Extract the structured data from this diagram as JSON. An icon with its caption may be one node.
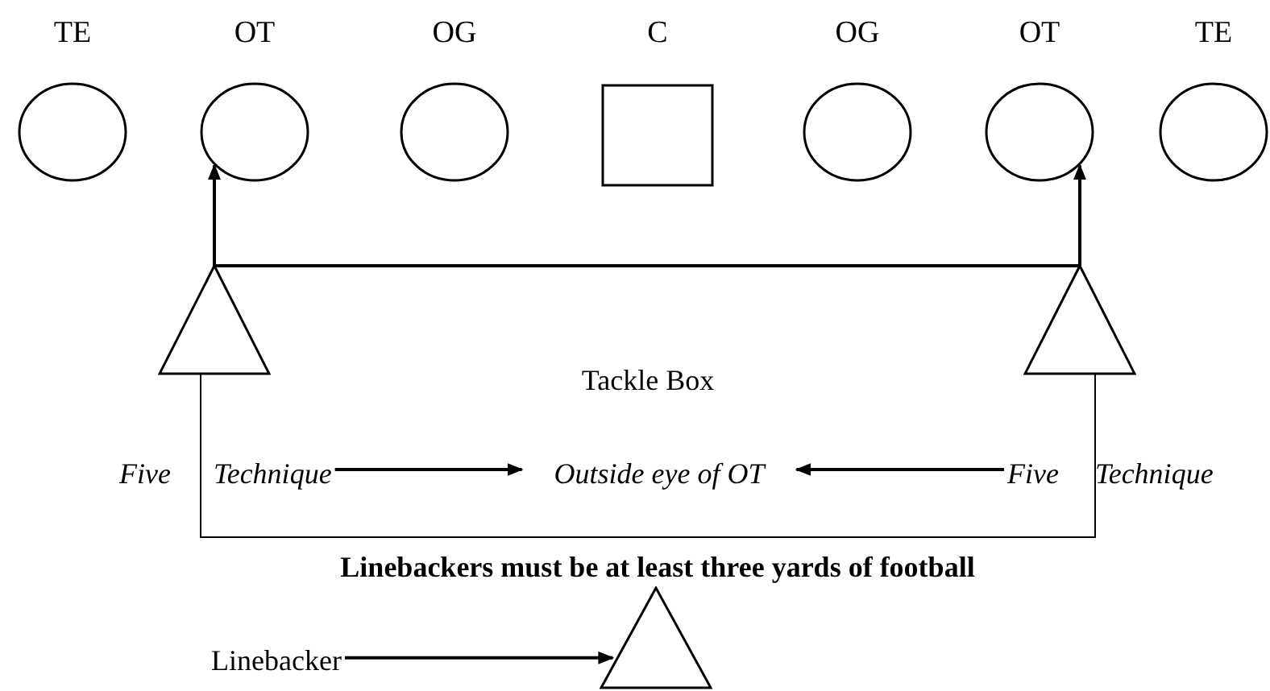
{
  "diagram": {
    "nodes": [
      {
        "text": [
          "TE"
        ]
      },
      {
        "text": [
          "OT"
        ]
      },
      {
        "text": [
          "OG"
        ]
      },
      {
        "text": [
          "C"
        ]
      },
      {
        "text": [
          "OG"
        ]
      },
      {
        "text": [
          "OT"
        ]
      },
      {
        "text": [
          "TE"
        ]
      },
      {
        "text": [],
        "shape": "triangle"
      },
      {
        "text": [],
        "shape": "triangle"
      },
      {
        "text": [
          "Tackle Box"
        ]
      },
      {
        "text": [
          "Five Technique"
        ]
      },
      {
        "text": [
          "Outside eye of OT"
        ],
        "in": 9
      },
      {
        "text": [
          "Five Technique"
        ]
      },
      {
        "text": [
          "Linebacker"
        ]
      },
      {
        "text": [],
        "shape": "triangle"
      }
    ],
    "edges": [
      {
        "from": 7,
        "to": 1,
        "arrow": "to"
      },
      {
        "from": 8,
        "to": 5,
        "arrow": "to"
      },
      {
        "from": 7,
        "to": 8,
        "arrow": "none"
      },
      {
        "from": 10,
        "to": 11,
        "arrow": "to"
      },
      {
        "from": 12,
        "to": 11,
        "arrow": "to"
      },
      {
        "from": 13,
        "to": 14,
        "arrow": "to"
      }
    ],
    "labels": [
      "Linebackers must be at least three yards of football"
    ]
  }
}
